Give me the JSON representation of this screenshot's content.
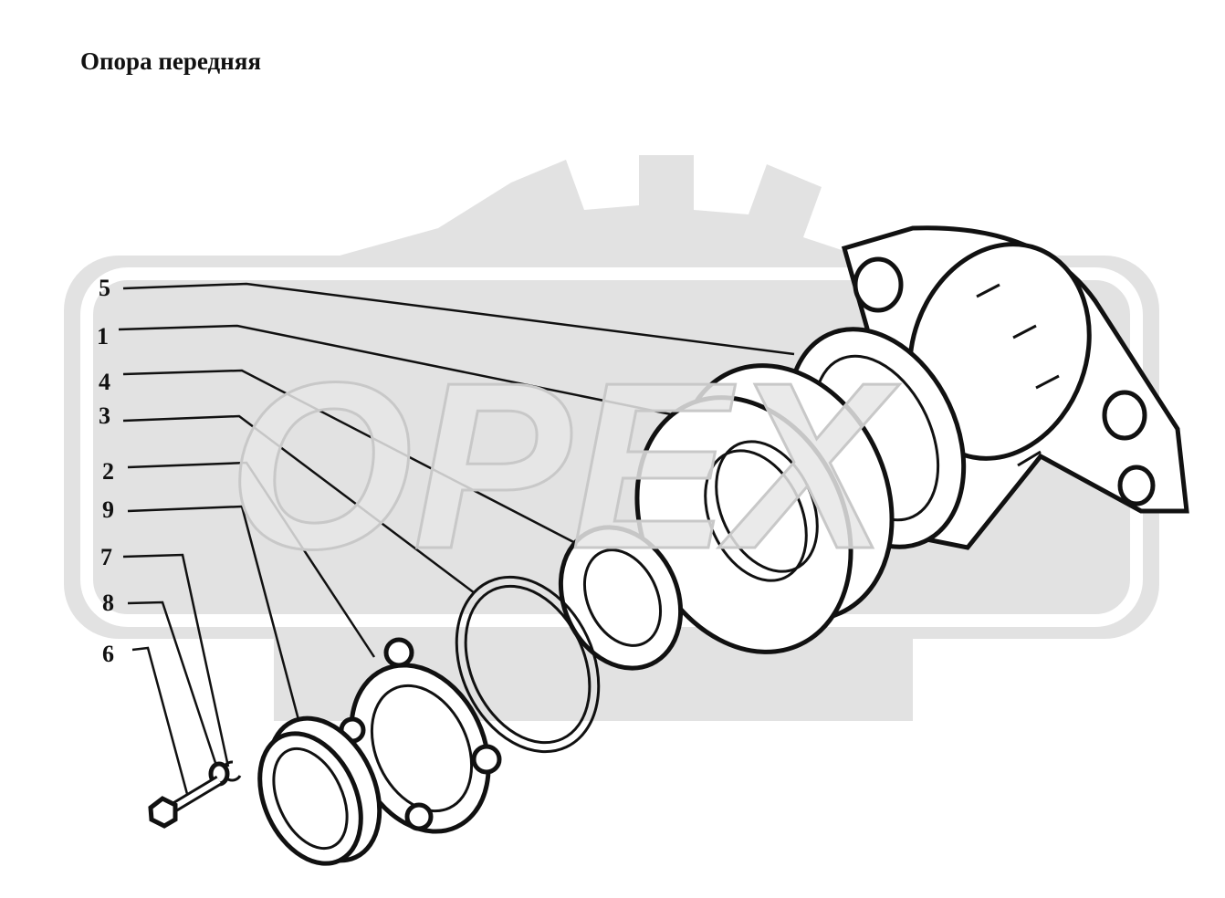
{
  "title": "Опора передняя",
  "watermark": "OPEX",
  "callouts": [
    {
      "id": "5",
      "label": "5"
    },
    {
      "id": "1",
      "label": "1"
    },
    {
      "id": "4",
      "label": "4"
    },
    {
      "id": "3",
      "label": "3"
    },
    {
      "id": "2",
      "label": "2"
    },
    {
      "id": "9",
      "label": "9"
    },
    {
      "id": "7",
      "label": "7"
    },
    {
      "id": "8",
      "label": "8"
    },
    {
      "id": "6",
      "label": "6"
    }
  ],
  "colors": {
    "ink": "#111111",
    "watermark": "#e2e2e2",
    "background": "#ffffff"
  }
}
